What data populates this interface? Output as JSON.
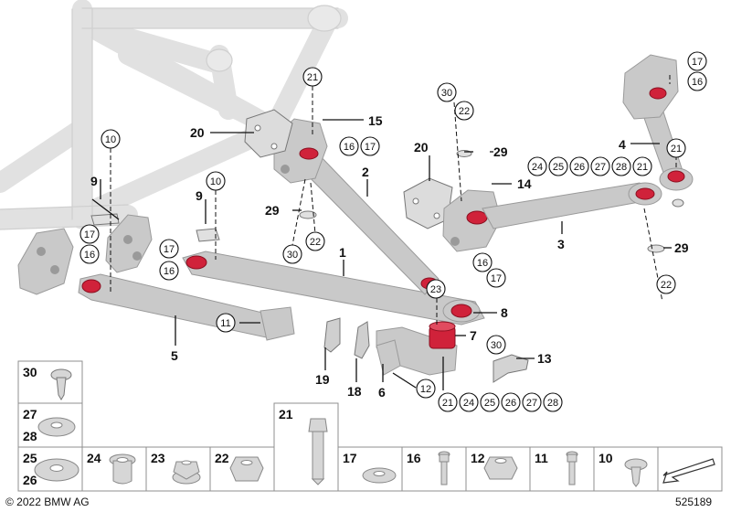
{
  "callouts": {
    "p1": "1",
    "p2": "2",
    "p3": "3",
    "p4": "4",
    "p5": "5",
    "p6": "6",
    "p7": "7",
    "p8": "8",
    "p9a": "9",
    "p9b": "9",
    "p13": "13",
    "p14": "14",
    "p15": "15",
    "p18": "18",
    "p19": "19",
    "p20a": "20",
    "p20b": "20",
    "p29a": "29",
    "p29b": "29",
    "p29c": "29"
  },
  "circled": {
    "c10a": "10",
    "c10b": "10",
    "c11": "11",
    "c12": "12",
    "c16a": "16",
    "c16b": "16",
    "c16c": "16",
    "c16d": "16",
    "c16e": "16",
    "c17a": "17",
    "c17b": "17",
    "c17c": "17",
    "c17d": "17",
    "c17e": "17",
    "c21a": "21",
    "c21b": "21",
    "c21c": "21",
    "c21d": "21",
    "c22a": "22",
    "c22b": "22",
    "c22c": "22",
    "c23": "23",
    "c24a": "24",
    "c24b": "24",
    "c25a": "25",
    "c25b": "25",
    "c26a": "26",
    "c26b": "26",
    "c27a": "27",
    "c27b": "27",
    "c28a": "28",
    "c28b": "28",
    "c30a": "30",
    "c30b": "30",
    "c30c": "30"
  },
  "legend": {
    "g30": "30",
    "g27": "27",
    "g28": "28",
    "g25": "25",
    "g26": "26",
    "g24": "24",
    "g23": "23",
    "g22": "22",
    "g21": "21",
    "g17": "17",
    "g16": "16",
    "g12": "12",
    "g11": "11",
    "g10": "10"
  },
  "footer": {
    "copyright": "© 2022 BMW AG",
    "diagram_number": "525189"
  },
  "colors": {
    "bushing": "#d0223a",
    "part": "#c9c9c9",
    "frame": "#e2e2e2"
  }
}
